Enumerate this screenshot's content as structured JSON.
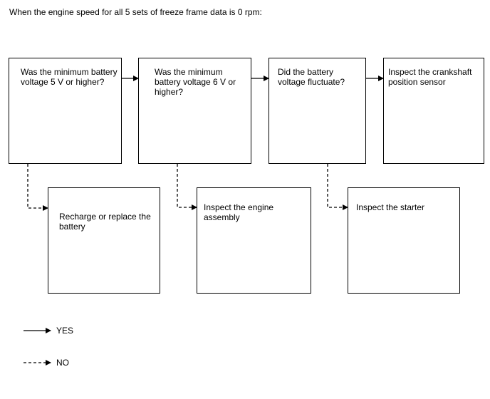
{
  "heading": "When the engine speed for all 5 sets of freeze frame data is 0 rpm:",
  "nodes": {
    "q_min_5v": "Was the minimum battery voltage 5 V or higher?",
    "q_min_6v": "Was the minimum battery voltage 6 V or higher?",
    "q_fluctuate": "Did the battery voltage fluctuate?",
    "inspect_crankshaft": "Inspect the crankshaft position sensor",
    "recharge_battery": "Recharge or replace the battery",
    "inspect_engine": "Inspect the engine assembly",
    "inspect_starter": "Inspect the starter"
  },
  "legend": {
    "yes_label": "YES",
    "no_label": "NO"
  },
  "colors": {
    "line": "#000000",
    "background": "#ffffff"
  }
}
